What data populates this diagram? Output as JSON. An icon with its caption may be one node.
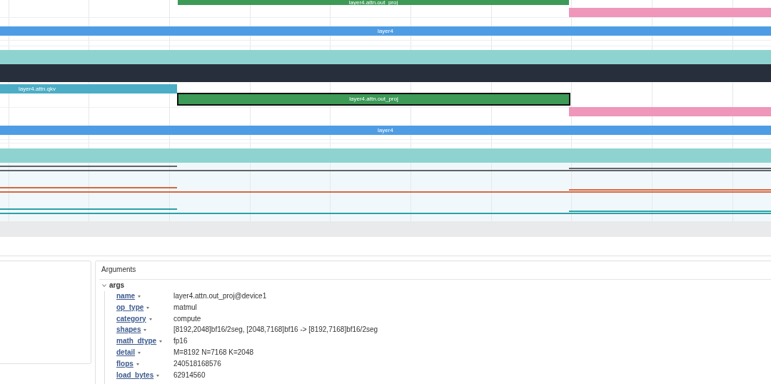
{
  "diagram": {
    "nodes": [
      {
        "text": [
          "layer4.attn.out_proj"
        ]
      },
      {
        "text": [],
        "shape": "bar"
      },
      {
        "text": [
          "layer4"
        ]
      },
      {
        "text": [],
        "shape": "bar"
      },
      {
        "text": [],
        "shape": "bar"
      },
      {
        "text": [
          "layer4.attn.qkv"
        ]
      },
      {
        "text": [
          "layer4.attn.out_proj"
        ]
      },
      {
        "text": [],
        "shape": "bar"
      },
      {
        "text": [
          "layer4"
        ]
      },
      {
        "text": [],
        "shape": "bar"
      }
    ],
    "edges": [],
    "labels": [
      "Arguments",
      "args",
      "name",
      "layer4.attn.out_proj@device1",
      "op_type",
      "matmul",
      "category",
      "compute",
      "shapes",
      "[8192,2048]bf16/2seg, [2048,7168]bf16 -> [8192,7168]bf16/2seg",
      "math_dtype",
      "fp16",
      "detail",
      "M=8192 N=7168 K=2048",
      "flops",
      "240518168576",
      "load_bytes",
      "62914560"
    ]
  }
}
